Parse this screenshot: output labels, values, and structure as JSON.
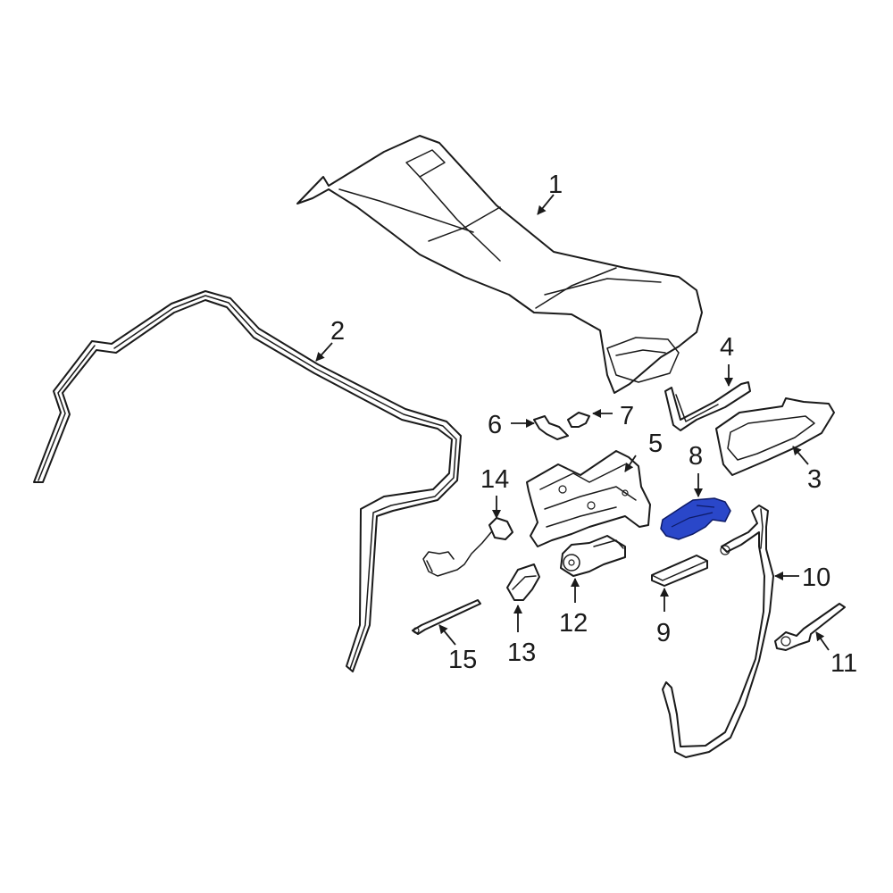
{
  "highlight_color": "#2a47c9",
  "callouts": {
    "c1": "1",
    "c2": "2",
    "c3": "3",
    "c4": "4",
    "c5": "5",
    "c6": "6",
    "c7": "7",
    "c8": "8",
    "c9": "9",
    "c10": "10",
    "c11": "11",
    "c12": "12",
    "c13": "13",
    "c14": "14",
    "c15": "15"
  },
  "highlighted_part": "8"
}
